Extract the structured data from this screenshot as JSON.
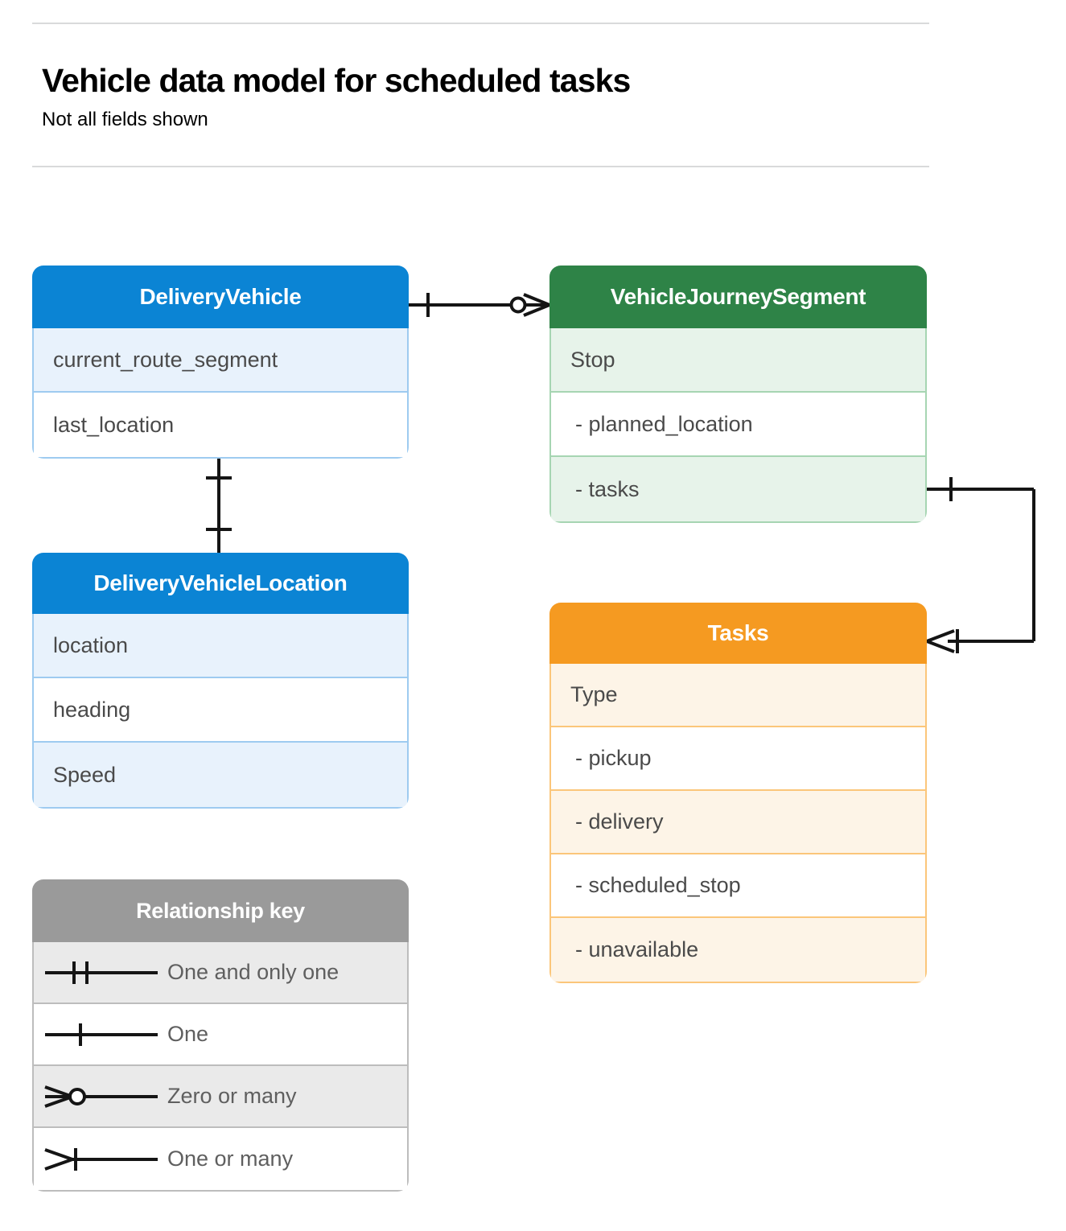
{
  "header": {
    "title": "Vehicle data model for scheduled tasks",
    "subtitle": "Not all fields shown"
  },
  "entities": [
    {
      "id": "delivery-vehicle",
      "name": "DeliveryVehicle",
      "color": "#0b84d4",
      "rows": [
        "current_route_segment",
        "last_location"
      ]
    },
    {
      "id": "journey-segment",
      "name": "VehicleJourneySegment",
      "color": "#2e8347",
      "rows": [
        "Stop",
        "-  planned_location",
        "- tasks"
      ]
    },
    {
      "id": "vehicle-location",
      "name": "DeliveryVehicleLocation",
      "color": "#0b84d4",
      "rows": [
        "location",
        "heading",
        "Speed"
      ]
    },
    {
      "id": "tasks",
      "name": "Tasks",
      "color": "#f59a21",
      "rows": [
        "Type",
        "-  pickup",
        "-  delivery",
        "-  scheduled_stop",
        "-  unavailable"
      ]
    }
  ],
  "legend": {
    "title": "Relationship key",
    "header_color": "#9a9a9a",
    "items": [
      {
        "symbol": "one-and-only-one-icon",
        "label": "One and only one"
      },
      {
        "symbol": "one-icon",
        "label": "One"
      },
      {
        "symbol": "zero-or-many-icon",
        "label": "Zero or many"
      },
      {
        "symbol": "one-or-many-icon",
        "label": "One or many"
      }
    ]
  },
  "relationships": [
    {
      "id": "vehicle-to-segment",
      "from": "DeliveryVehicle",
      "to": "VehicleJourneySegment",
      "from_cardinality": "One",
      "to_cardinality": "Zero or many"
    },
    {
      "id": "vehicle-to-location",
      "from": "DeliveryVehicle",
      "to": "DeliveryVehicleLocation",
      "from_cardinality": "One",
      "to_cardinality": "One"
    },
    {
      "id": "segment-tasks-to-tasks",
      "from": "VehicleJourneySegment.tasks",
      "to": "Tasks",
      "from_cardinality": "One",
      "to_cardinality": "One or many"
    }
  ],
  "colors": {
    "rule": "#d9dadb",
    "line": "#151515",
    "text": "#4a4a4a"
  }
}
